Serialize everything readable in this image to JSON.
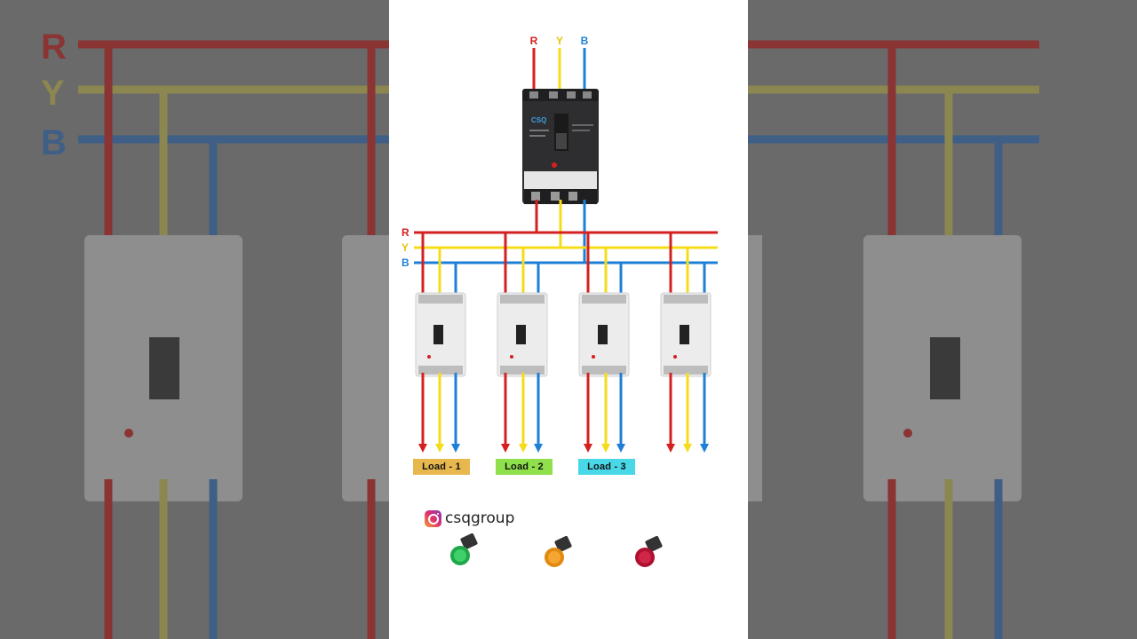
{
  "supply_labels": {
    "r": "R",
    "y": "Y",
    "b": "B"
  },
  "bus_labels": {
    "r": "R",
    "y": "Y",
    "b": "B"
  },
  "background_labels": {
    "r": "R",
    "y": "Y",
    "b": "B"
  },
  "mccb": {
    "brand": "CSQ",
    "type": "MCCB"
  },
  "loads": [
    "Load - 1",
    "Load - 2",
    "Load - 3"
  ],
  "social": {
    "handle": "csqgroup",
    "icon": "instagram-icon"
  },
  "indicator_lamps": [
    "green-lamp",
    "amber-lamp",
    "red-lamp"
  ],
  "colors": {
    "red_phase": "#d42020",
    "yellow_phase": "#f5dc1a",
    "blue_phase": "#1e7fd6",
    "load1_tag": "#e8b84e",
    "load2_tag": "#8fe04a",
    "load3_tag": "#48d8e8"
  }
}
